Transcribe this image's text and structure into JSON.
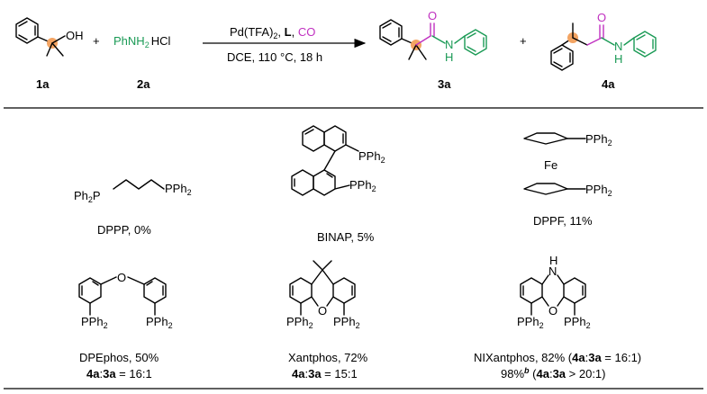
{
  "reaction": {
    "reactant1_oh": "OH",
    "plus1": "+",
    "reactant2": "PhNH",
    "reactant2_sub": "2",
    "reactant2_salt": "HCl",
    "cond_top_a": "Pd(TFA)",
    "cond_top_a_sub": "2",
    "cond_top_sep1": ", ",
    "cond_top_L": "L",
    "cond_top_sep2": ", ",
    "cond_top_co": "CO",
    "cond_bottom": "DCE, 110 °C, 18 h",
    "plus2": "+",
    "product_O": "O",
    "product_NH": "N",
    "product_H": "H",
    "label_1a": "1a",
    "label_2a": "2a",
    "label_3a": "3a",
    "label_4a": "4a"
  },
  "ligands": {
    "dppp": {
      "ph2p": "Ph",
      "ph2p_sub": "2",
      "ph2p_p": "P",
      "pph2": "PPh",
      "pph2_sub": "2",
      "name": "DPPP",
      "yield": ", 0%"
    },
    "binap": {
      "pph2": "PPh",
      "pph2_sub": "2",
      "name": "BINAP",
      "yield": ", 5%"
    },
    "dppf": {
      "fe": "Fe",
      "pph2": "PPh",
      "pph2_sub": "2",
      "name": "DPPF",
      "yield": ", 11%"
    },
    "dpephos": {
      "o": "O",
      "pph2": "PPh",
      "pph2_sub": "2",
      "name": "DPEphos",
      "yield": ", 50%",
      "ratio_a": "4a",
      "ratio_sep": ":",
      "ratio_b": "3a",
      "ratio_val": " = 16:1"
    },
    "xantphos": {
      "o": "O",
      "pph2": "PPh",
      "pph2_sub": "2",
      "name": "Xantphos",
      "yield": ", 72%",
      "ratio_a": "4a",
      "ratio_sep": ":",
      "ratio_b": "3a",
      "ratio_val": " = 15:1"
    },
    "nixantphos": {
      "o": "O",
      "nh": "H",
      "n": "N",
      "pph2": "PPh",
      "pph2_sub": "2",
      "name": "NIXantphos",
      "yield": ", 82% (",
      "ratio_a": "4a",
      "ratio_sep": ":",
      "ratio_b": "3a",
      "ratio_val": " = 16:1)",
      "line2_yield": "98%",
      "line2_sup": "b",
      "line2_open": " (",
      "line2_ratio_a": "4a",
      "line2_ratio_sep": ":",
      "line2_ratio_b": "3a",
      "line2_ratio_val": " > 20:1)"
    }
  },
  "colors": {
    "amine": "#1a9a55",
    "carbonyl": "#c030c0",
    "site": "#f3a463"
  }
}
